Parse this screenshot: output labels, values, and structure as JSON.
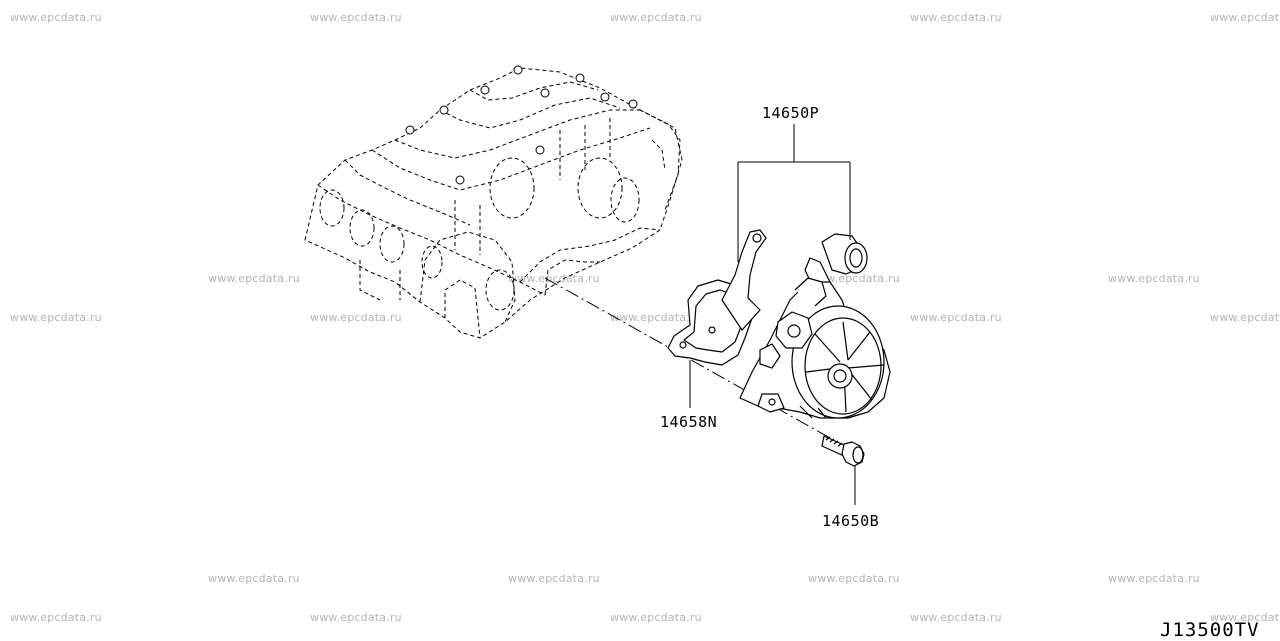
{
  "watermark": {
    "text": "www.epcdata.ru"
  },
  "parts": {
    "vacuum_pump_assy": "14650P",
    "gasket": "14658N",
    "bolt": "14650B"
  },
  "diagram_id": "J13500TV"
}
